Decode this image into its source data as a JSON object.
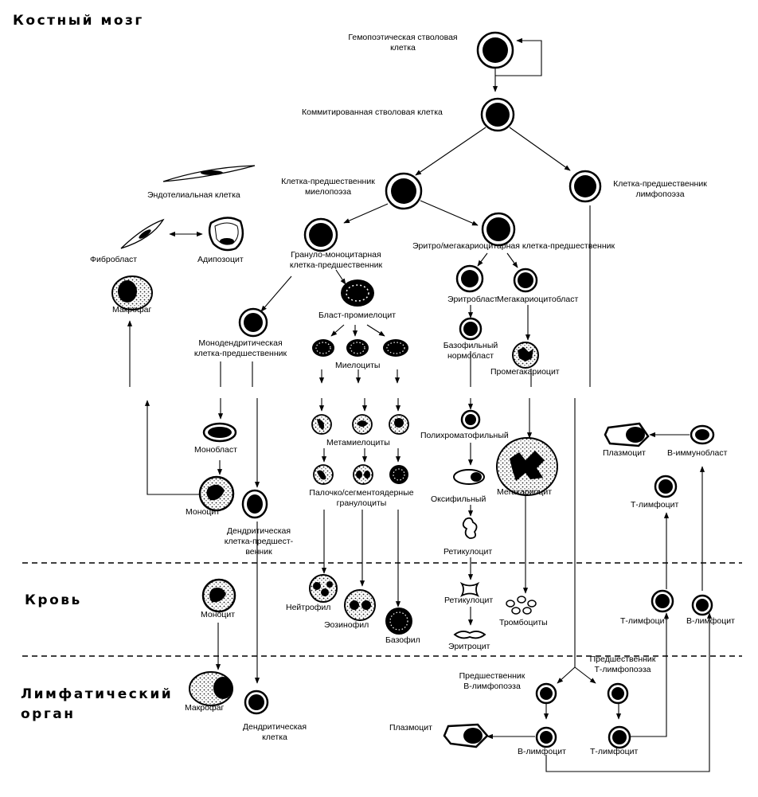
{
  "sections": {
    "bone_marrow": "Костный мозг",
    "blood": "Кровь",
    "lymph_1": "Лимфатический",
    "lymph_2": "орган"
  },
  "labels": {
    "hsc_1": "Гемопоэтическая стволовая",
    "hsc_2": "клетка",
    "csc": "Коммитированная стволовая клетка",
    "myelo_1": "Клетка-предшественник",
    "myelo_2": "миелопоэза",
    "lympho_1": "Клетка-предшественник",
    "lympho_2": "лимфопоэза",
    "endothelial": "Эндотелиальная клетка",
    "fibroblast": "Фибробласт",
    "adipocyte": "Адипозоцит",
    "macrophage_marrow": "Макрофаг",
    "gm_1": "Грануло-моноцитарная",
    "gm_2": "клетка-предшественник",
    "em": "Эритро/мегакариоцитарная клетка-предшественник",
    "blast_promyelocyte": "Бласт-промиелоцит",
    "md_1": "Монодендритическая",
    "md_2": "клетка-предшественник",
    "myelocytes": "Миелоциты",
    "erythroblast": "Эритробласт",
    "megakaryoblast": "Мегакариоцитобласт",
    "basophilic_1": "Базофильный",
    "basophilic_2": "нормобласт",
    "promegakaryocyte": "Промегакариоцит",
    "metamyelocytes": "Метамиелоциты",
    "polychromatophilic": "Полихроматофильный",
    "monoblast": "Монобласт",
    "plasmocyte_marrow": "Плазмоцит",
    "b_immunoblast": "В-иммунобласт",
    "rod_1": "Палочко/сегментоядерные",
    "rod_2": "гранулоциты",
    "monocyte_marrow": "Моноцит",
    "oxyphilic": "Оксифильный",
    "megakaryocyte": "Мегакариоцит",
    "t_lymphocyte_marrow": "Т-лимфоцит",
    "dendritic_marrow_1": "Дендритическая",
    "dendritic_marrow_2": "клетка-предшест-",
    "dendritic_marrow_3": "венник",
    "reticulocyte_marrow": "Ретикулоцит",
    "neutrophil": "Нейтрофил",
    "eosinophil": "Эозинофил",
    "basophil": "Базофил",
    "monocyte_blood": "Моноцит",
    "reticulocyte_blood": "Ретикулоцит",
    "thrombocytes": "Тромбоциты",
    "erythrocyte": "Эритроцит",
    "t_lymphocyte_blood": "Т-лимфоцит",
    "b_lymphocyte_blood": "В-лимфоцит",
    "macrophage_lymph": "Макрофаг",
    "dendritic_lymph_1": "Дендритическая",
    "dendritic_lymph_2": "клетка",
    "b_precursor_1": "Предшественник",
    "b_precursor_2": "В-лимфопоэза",
    "t_precursor_1": "Предшественник",
    "t_precursor_2": "Т-лимфопоэза",
    "plasmocyte_lymph": "Плазмоцит",
    "b_lymphocyte_lymph": "В-лимфоцит",
    "t_lymphocyte_lymph": "Т-лимфоцит"
  }
}
